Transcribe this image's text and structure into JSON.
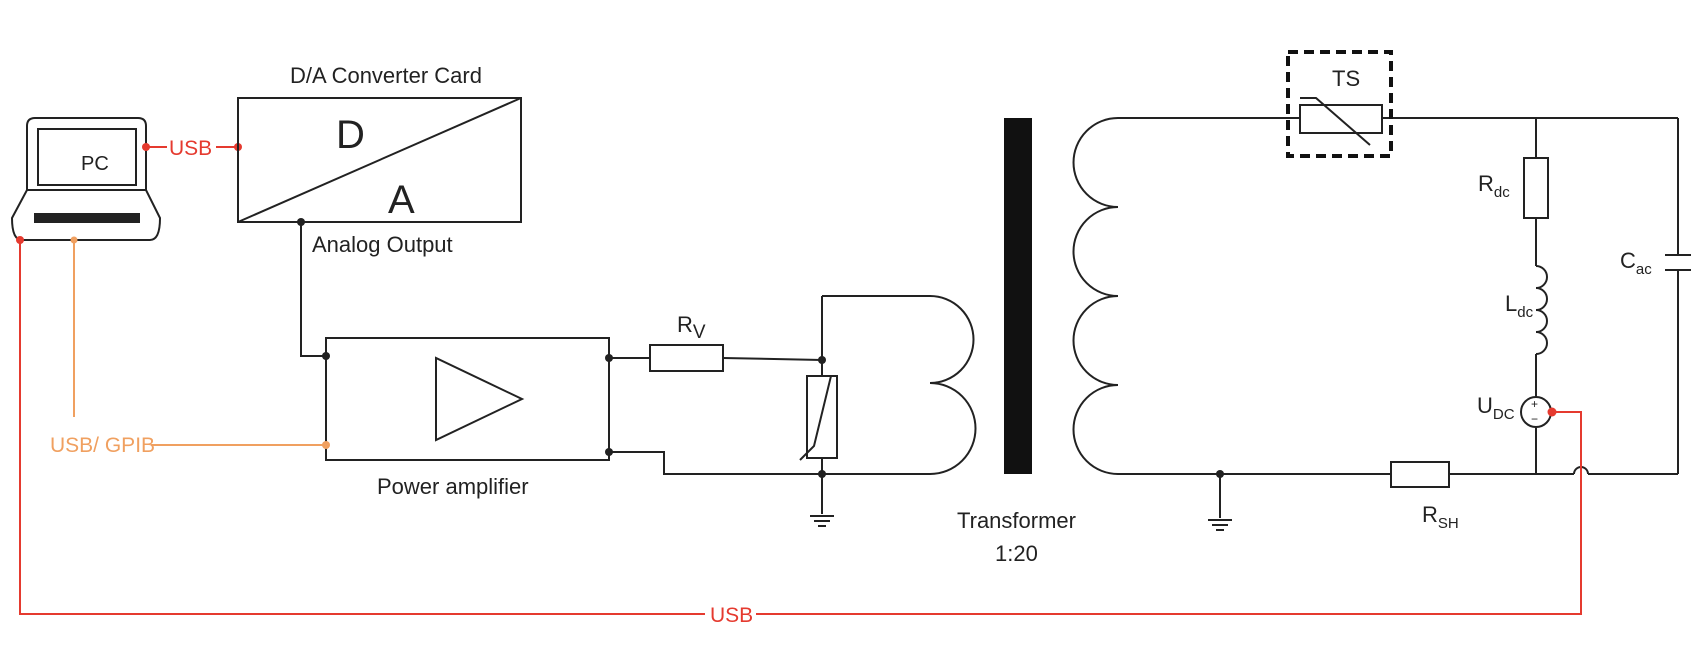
{
  "labels": {
    "pc": "PC",
    "usb_pc_da": "USB",
    "da_card_title": "D/A Converter Card",
    "da_d": "D",
    "da_a": "A",
    "analog_output": "Analog Output",
    "usb_gpib": "USB/ GPIB",
    "power_amplifier": "Power amplifier",
    "rv_main": "R",
    "rv_sub": "V",
    "transformer": "Transformer",
    "transformer_ratio": "1:20",
    "ts": "TS",
    "rdc_main": "R",
    "rdc_sub": "dc",
    "ldc_main": "L",
    "ldc_sub": "dc",
    "cac_main": "C",
    "cac_sub": "ac",
    "udc_main": "U",
    "udc_sub": "DC",
    "udc_plus": "+",
    "udc_minus": "−",
    "rsh_main": "R",
    "rsh_sub": "SH",
    "usb_bottom": "USB"
  },
  "colors": {
    "wire": "#222222",
    "usb": "#e53a2f",
    "gpib": "#f0a060"
  }
}
